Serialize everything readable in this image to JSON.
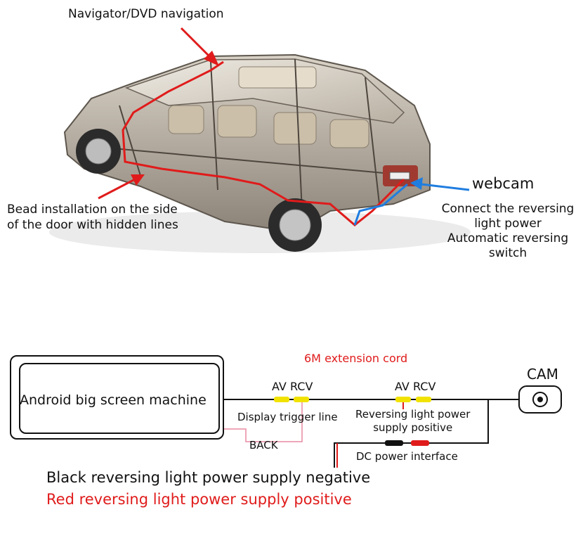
{
  "car_section": {
    "top_label": "Navigator/DVD navigation",
    "bead_label_line1": "Bead installation on the side",
    "bead_label_line2": "of the door with hidden lines",
    "webcam_label": "webcam",
    "connect_line1": "Connect the reversing",
    "connect_line2": "light power",
    "connect_line3": "Automatic reversing",
    "connect_line4": "switch"
  },
  "wiring": {
    "machine_label": "Android big screen machine",
    "extension_label": "6M extension cord",
    "av_rcv_1": "AV RCV",
    "av_rcv_2": "AV RCV",
    "cam_label": "CAM",
    "trigger_label": "Display trigger line",
    "back_label": "BACK",
    "reversing_power_line1": "Reversing light power",
    "reversing_power_line2": "supply positive",
    "dc_label": "DC power interface"
  },
  "notes": {
    "black": "Black reversing light power supply negative",
    "red": "Red reversing light power supply positive"
  },
  "colors": {
    "wire_red": "#e01b1b",
    "connector_yellow": "#f2e200",
    "arrow_blue": "#1f7de0"
  }
}
